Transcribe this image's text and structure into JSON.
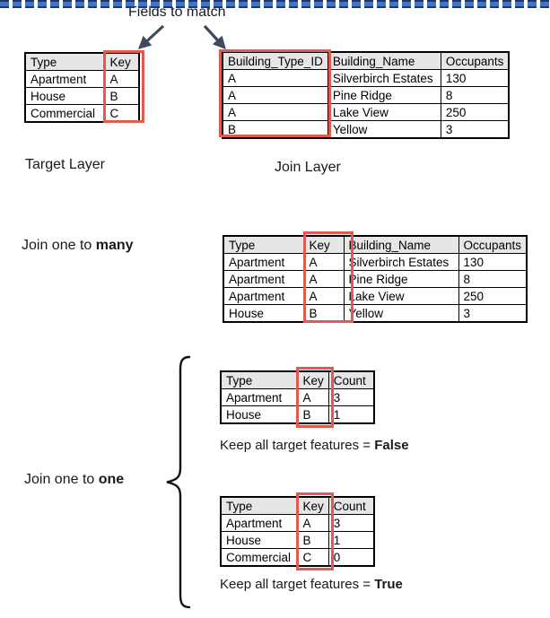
{
  "annotation": {
    "fields_to_match": "Fields to match"
  },
  "labels": {
    "target_layer": "Target Layer",
    "join_layer": "Join Layer"
  },
  "sections": {
    "join_one_to_many": {
      "prefix": "Join one to ",
      "bold": "many"
    },
    "join_one_to_one": {
      "prefix": "Join one to ",
      "bold": "one"
    },
    "keep_false": {
      "prefix": "Keep all target features = ",
      "bold": "False"
    },
    "keep_true": {
      "prefix": "Keep all target features = ",
      "bold": "True"
    }
  },
  "tables": {
    "target": {
      "headers": [
        "Type",
        "Key"
      ],
      "rows": [
        [
          "Apartment",
          "A"
        ],
        [
          "House",
          "B"
        ],
        [
          "Commercial",
          "C"
        ]
      ]
    },
    "join": {
      "headers": [
        "Building_Type_ID",
        "Building_Name",
        "Occupants"
      ],
      "rows": [
        [
          "A",
          "Silverbirch Estates",
          "130"
        ],
        [
          "A",
          "Pine Ridge",
          "8"
        ],
        [
          "A",
          "Lake View",
          "250"
        ],
        [
          "B",
          "Yellow",
          "3"
        ]
      ]
    },
    "one_to_many": {
      "headers": [
        "Type",
        "Key",
        "Building_Name",
        "Occupants"
      ],
      "rows": [
        [
          "Apartment",
          "A",
          "Silverbirch Estates",
          "130"
        ],
        [
          "Apartment",
          "A",
          "Pine Ridge",
          "8"
        ],
        [
          "Apartment",
          "A",
          "Lake View",
          "250"
        ],
        [
          "House",
          "B",
          "Yellow",
          "3"
        ]
      ]
    },
    "one_to_one_false": {
      "headers": [
        "Type",
        "Key",
        "Count"
      ],
      "rows": [
        [
          "Apartment",
          "A",
          "3"
        ],
        [
          "House",
          "B",
          "1"
        ]
      ]
    },
    "one_to_one_true": {
      "headers": [
        "Type",
        "Key",
        "Count"
      ],
      "rows": [
        [
          "Apartment",
          "A",
          "3"
        ],
        [
          "House",
          "B",
          "1"
        ],
        [
          "Commercial",
          "C",
          "0"
        ]
      ]
    }
  },
  "colors": {
    "highlight_red": "#DF5B50",
    "arrow_dark_slate": "#3E4A5E",
    "divider_blue": "#4472C4",
    "divider_dark_navy": "#1F3864",
    "table_header_gray": "#E7E6E6",
    "table_border": "#000000"
  }
}
